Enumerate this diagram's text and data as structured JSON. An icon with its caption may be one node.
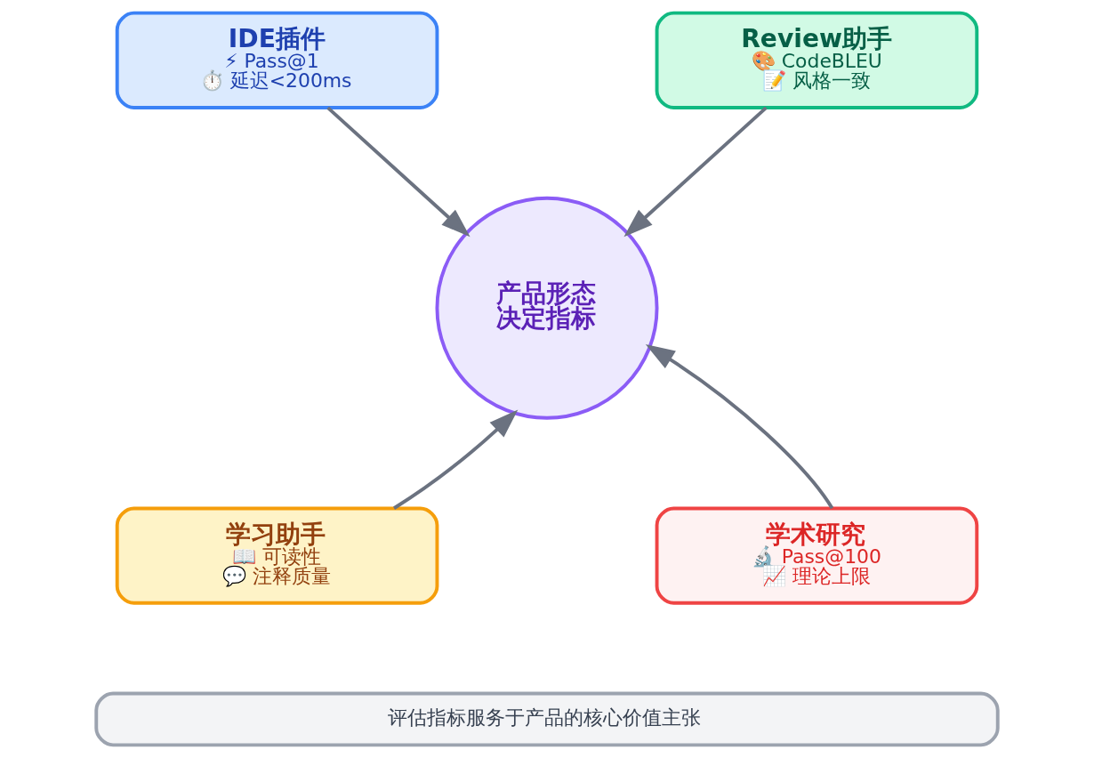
{
  "diagram": {
    "nodes": [
      {
        "text": [
          "IDE插件",
          "⚡ Pass@1",
          "⏱️ 延迟<200ms"
        ]
      },
      {
        "text": [
          "Review助手",
          "🎨 CodeBLEU",
          "📝 风格一致"
        ]
      },
      {
        "text": [
          "产品形态决定指标"
        ]
      },
      {
        "text": [
          "学习助手",
          "📖 可读性",
          "💬 注释质量"
        ]
      },
      {
        "text": [
          "学术研究",
          "🔬 Pass@100",
          "📈 理论上限"
        ]
      },
      {
        "text": [
          "评估指标服务于产品的核心价值主张"
        ]
      }
    ],
    "edges": [
      {
        "from": 0,
        "to": 2,
        "arrow": "to"
      },
      {
        "from": 1,
        "to": 2,
        "arrow": "to"
      },
      {
        "from": 3,
        "to": 2,
        "arrow": "to"
      },
      {
        "from": 4,
        "to": 2,
        "arrow": "to"
      }
    ]
  }
}
